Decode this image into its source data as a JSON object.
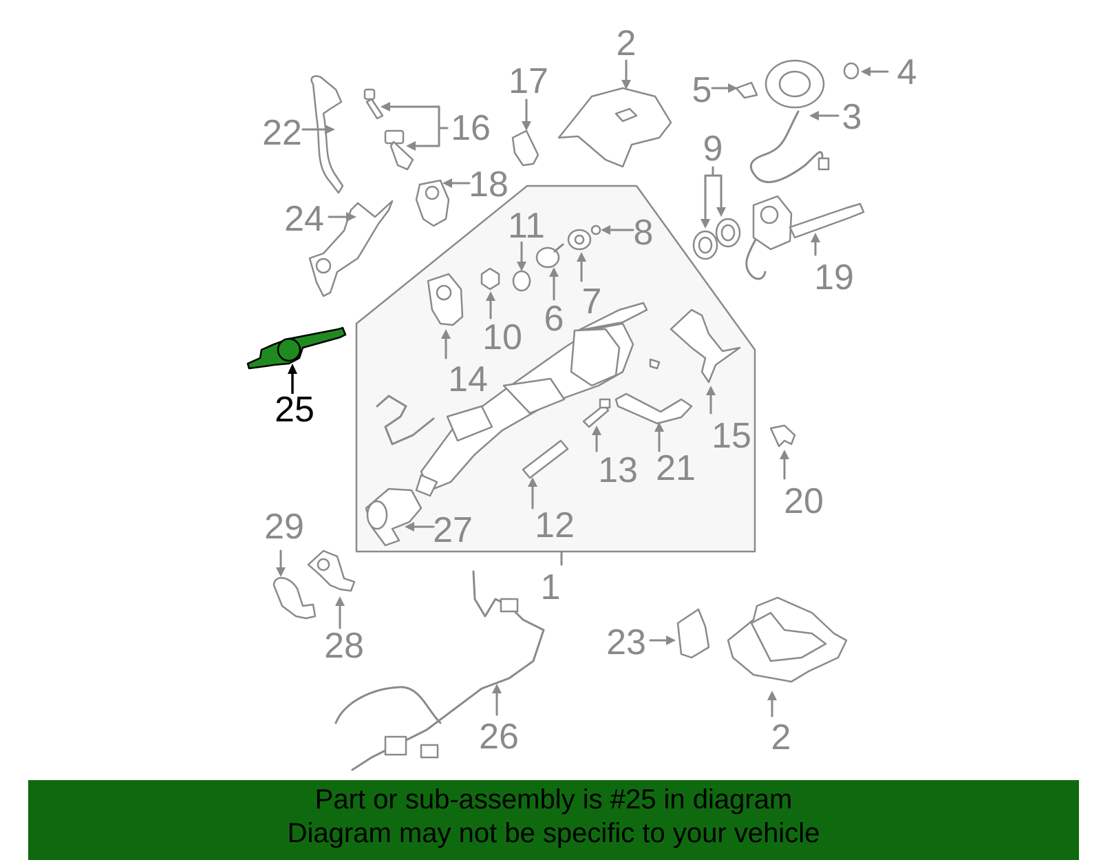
{
  "diagram": {
    "highlight_color": "#1f8a1f",
    "banner_color": "#0f6a0f",
    "highlighted_part": "25",
    "callouts": [
      "1",
      "2",
      "2",
      "3",
      "4",
      "5",
      "6",
      "7",
      "8",
      "9",
      "10",
      "11",
      "12",
      "13",
      "14",
      "15",
      "16",
      "17",
      "18",
      "19",
      "20",
      "21",
      "22",
      "23",
      "24",
      "25",
      "26",
      "27",
      "28",
      "29"
    ]
  },
  "banner": {
    "line1": "Part or sub-assembly is #25 in diagram",
    "line2": "Diagram may not be specific to your vehicle"
  }
}
